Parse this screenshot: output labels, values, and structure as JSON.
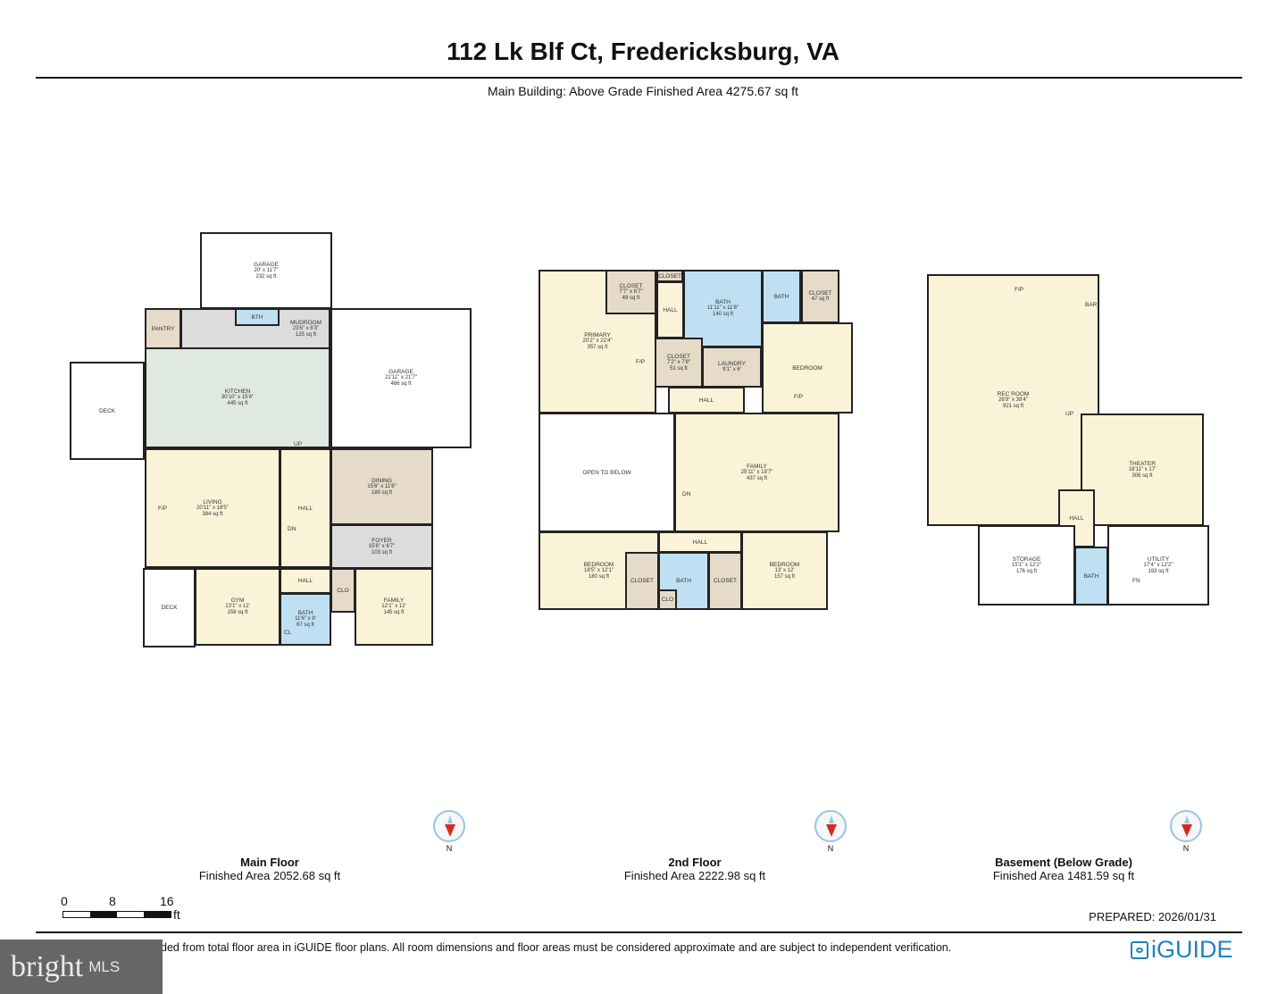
{
  "header": {
    "title": "112 Lk Blf Ct, Fredericksburg, VA",
    "subtitle": "Main Building: Above Grade Finished Area 4275.67 sq ft"
  },
  "main_floor": {
    "name": "Main Floor",
    "area": "Finished Area 2052.68 sq ft",
    "rooms": [
      {
        "name": "GARAGE",
        "dims": "20' x 11'7\"",
        "area": "232 sq ft"
      },
      {
        "name": "PANTRY",
        "dims": "",
        "area": ""
      },
      {
        "name": "MUDROOM",
        "dims": "23'6\" x 6'3\"",
        "area": "125 sq ft"
      },
      {
        "name": "BTH",
        "dims": "",
        "area": ""
      },
      {
        "name": "KITCHEN",
        "dims": "30'10\" x 15'4\"",
        "area": "445 sq ft"
      },
      {
        "name": "GARAGE",
        "dims": "21'11\" x 21'7\"",
        "area": "466 sq ft"
      },
      {
        "name": "DECK",
        "dims": "",
        "area": ""
      },
      {
        "name": "LIVING",
        "dims": "20'11\" x 18'5\"",
        "area": "384 sq ft"
      },
      {
        "name": "HALL",
        "dims": "",
        "area": ""
      },
      {
        "name": "DINING",
        "dims": "15'6\" x 11'8\"",
        "area": "180 sq ft"
      },
      {
        "name": "FOYER",
        "dims": "15'6\" x 6'7\"",
        "area": "103 sq ft"
      },
      {
        "name": "DECK",
        "dims": "",
        "area": ""
      },
      {
        "name": "GYM",
        "dims": "13'1\" x 12'",
        "area": "158 sq ft"
      },
      {
        "name": "HALL",
        "dims": "",
        "area": ""
      },
      {
        "name": "BATH",
        "dims": "11'6\" x 8'",
        "area": "67 sq ft"
      },
      {
        "name": "CLO",
        "dims": "",
        "area": ""
      },
      {
        "name": "FAMILY",
        "dims": "12'1\" x 12'",
        "area": "145 sq ft"
      }
    ],
    "annotations": [
      "F/P",
      "UP",
      "DN",
      "CL"
    ]
  },
  "second_floor": {
    "name": "2nd Floor",
    "area": "Finished Area 2222.98 sq ft",
    "rooms": [
      {
        "name": "PRIMARY",
        "dims": "20'2\" x 22'4\"",
        "area": "357 sq ft"
      },
      {
        "name": "CLOSET",
        "dims": "7'7\" x 6'7\"",
        "area": "49 sq ft"
      },
      {
        "name": "CLOSET",
        "dims": "",
        "area": ""
      },
      {
        "name": "HALL",
        "dims": "",
        "area": ""
      },
      {
        "name": "BATH",
        "dims": "11'11\" x 11'8\"",
        "area": "140 sq ft"
      },
      {
        "name": "BATH",
        "dims": "",
        "area": ""
      },
      {
        "name": "CLOSET",
        "dims": "",
        "area": "47 sq ft"
      },
      {
        "name": "CLOSET",
        "dims": "7'2\" x 7'8\"",
        "area": "51 sq ft"
      },
      {
        "name": "LAUNDRY",
        "dims": "9'1\" x 6'",
        "area": ""
      },
      {
        "name": "BEDROOM",
        "dims": "",
        "area": ""
      },
      {
        "name": "HALL",
        "dims": "",
        "area": ""
      },
      {
        "name": "OPEN TO BELOW",
        "dims": "",
        "area": ""
      },
      {
        "name": "FAMILY",
        "dims": "25'11\" x 18'7\"",
        "area": "437 sq ft"
      },
      {
        "name": "BEDROOM",
        "dims": "18'5\" x 12'1\"",
        "area": "180 sq ft"
      },
      {
        "name": "HALL",
        "dims": "",
        "area": ""
      },
      {
        "name": "CLOSET",
        "dims": "",
        "area": ""
      },
      {
        "name": "BATH",
        "dims": "",
        "area": ""
      },
      {
        "name": "CLO",
        "dims": "",
        "area": ""
      },
      {
        "name": "CLOSET",
        "dims": "",
        "area": ""
      },
      {
        "name": "BEDROOM",
        "dims": "13' x 12'",
        "area": "157 sq ft"
      }
    ],
    "annotations": [
      "F/P",
      "F/P",
      "DN"
    ]
  },
  "basement": {
    "name": "Basement (Below Grade)",
    "area": "Finished Area 1481.59 sq ft",
    "rooms": [
      {
        "name": "REC ROOM",
        "dims": "26'9\" x 39'4\"",
        "area": "921 sq ft"
      },
      {
        "name": "THEATER",
        "dims": "18'11\" x 17'",
        "area": "306 sq ft"
      },
      {
        "name": "HALL",
        "dims": "",
        "area": ""
      },
      {
        "name": "STORAGE",
        "dims": "15'1\" x 12'2\"",
        "area": "176 sq ft"
      },
      {
        "name": "BATH",
        "dims": "",
        "area": ""
      },
      {
        "name": "UTILITY",
        "dims": "17'4\" x 12'2\"",
        "area": "193 sq ft"
      }
    ],
    "annotations": [
      "F/P",
      "BAR",
      "UP",
      "FN"
    ]
  },
  "compass": {
    "label": "N",
    "needle_color": "#d42a22"
  },
  "scale_bar": {
    "ticks": [
      "0",
      "8",
      "16"
    ],
    "unit": "ft"
  },
  "footer": {
    "prepared": "PREPARED: 2026/01/31",
    "disclaimer": "ded from total floor area in iGUIDE floor plans. All room dimensions and floor areas must be considered approximate and are subject to independent verification.",
    "logo_left": "bright MLS",
    "logo_right": "iGUIDE"
  },
  "colors": {
    "living": "#fbf3d8",
    "closet": "#e6dac9",
    "utility": "#dcdcdc",
    "bath": "#bfe0f3",
    "kitchen": "#dfe9e2",
    "brand": "#1f82c0"
  }
}
